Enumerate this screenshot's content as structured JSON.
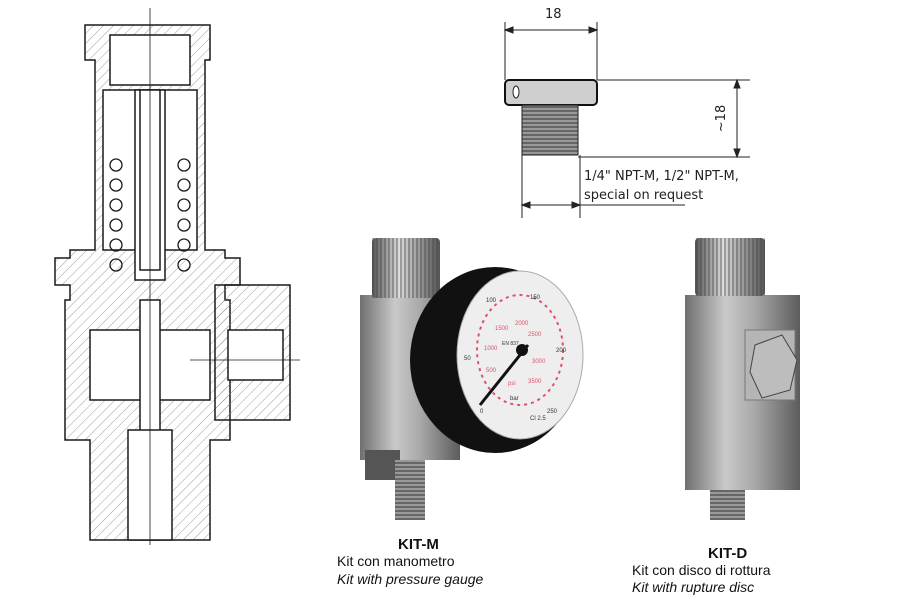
{
  "dimensions": {
    "width_label": "18",
    "height_label": "~18",
    "thread_line1": "1/4\" NPT-M, 1/2\" NPT-M,",
    "thread_line2": "special on request"
  },
  "kit_m": {
    "title": "KIT-M",
    "italian": "Kit con manometro",
    "english": "Kit with pressure gauge",
    "gauge": {
      "bar_ticks": [
        "0",
        "50",
        "100",
        "150",
        "200",
        "250"
      ],
      "psi_ticks": [
        "500",
        "1000",
        "1500",
        "2000",
        "2500",
        "3000",
        "3500"
      ],
      "unit_bar": "bar",
      "unit_psi": "psi",
      "class": "Cl 2.5",
      "standard": "EN 837"
    }
  },
  "kit_d": {
    "title": "KIT-D",
    "italian": "Kit con disco di rottura",
    "english": "Kit with rupture disc"
  },
  "colors": {
    "line": "#1a1a1a",
    "hatch": "#777777",
    "metal": "#9a9a9a",
    "gauge_red": "#e0506a"
  }
}
